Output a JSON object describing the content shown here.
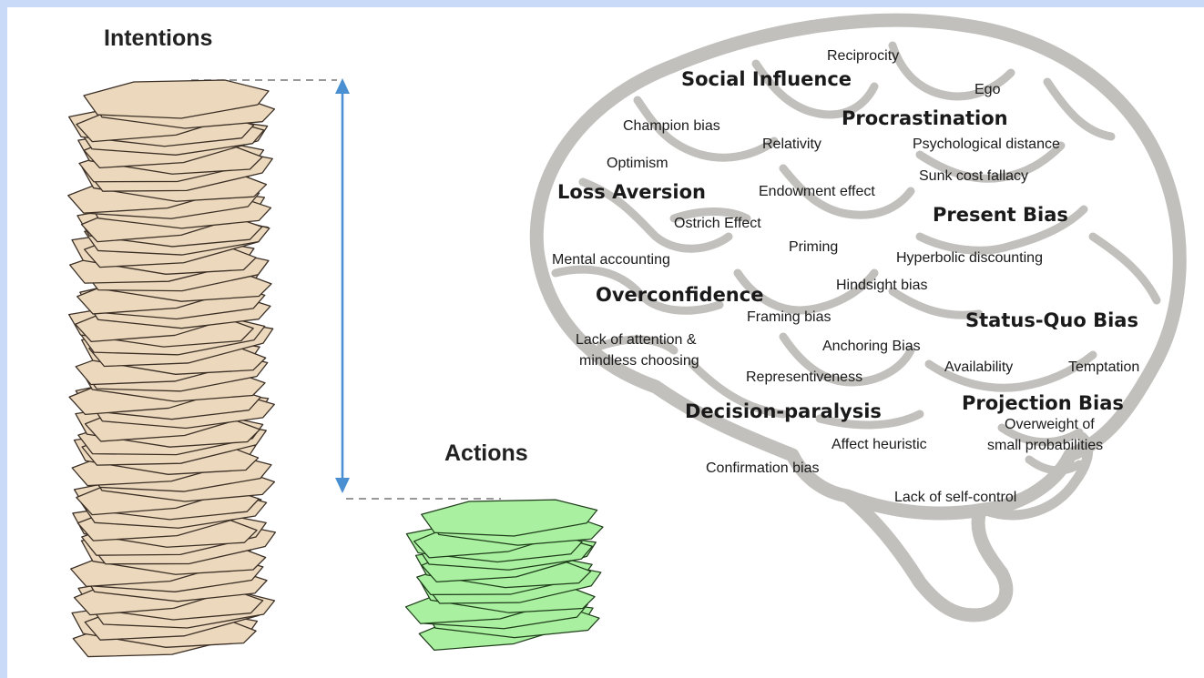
{
  "headings": {
    "intentions": "Intentions",
    "actions": "Actions"
  },
  "colors": {
    "page_border": "#c9daf8",
    "intention_paper": "#ecd9bd",
    "action_paper": "#a9f0a0",
    "arrow": "#4a8fd1",
    "brain_outline": "#c2c0bc"
  },
  "biases": [
    {
      "text": "Reciprocity",
      "weight": "minor"
    },
    {
      "text": "Social Influence",
      "weight": "major"
    },
    {
      "text": "Ego",
      "weight": "minor"
    },
    {
      "text": "Procrastination",
      "weight": "major"
    },
    {
      "text": "Champion bias",
      "weight": "minor"
    },
    {
      "text": "Relativity",
      "weight": "minor"
    },
    {
      "text": "Psychological distance",
      "weight": "minor"
    },
    {
      "text": "Optimism",
      "weight": "minor"
    },
    {
      "text": "Sunk cost fallacy",
      "weight": "minor"
    },
    {
      "text": "Loss Aversion",
      "weight": "major"
    },
    {
      "text": "Endowment effect",
      "weight": "minor"
    },
    {
      "text": "Present Bias",
      "weight": "major"
    },
    {
      "text": "Ostrich Effect",
      "weight": "minor"
    },
    {
      "text": "Priming",
      "weight": "minor"
    },
    {
      "text": "Mental accounting",
      "weight": "minor"
    },
    {
      "text": "Hyperbolic discounting",
      "weight": "minor"
    },
    {
      "text": "Hindsight bias",
      "weight": "minor"
    },
    {
      "text": "Overconfidence",
      "weight": "major"
    },
    {
      "text": "Framing bias",
      "weight": "minor"
    },
    {
      "text": "Status-Quo Bias",
      "weight": "major"
    },
    {
      "text": "Lack of attention &",
      "weight": "minor"
    },
    {
      "text": "Anchoring Bias",
      "weight": "minor"
    },
    {
      "text": "mindless choosing",
      "weight": "minor"
    },
    {
      "text": "Availability",
      "weight": "minor"
    },
    {
      "text": "Temptation",
      "weight": "minor"
    },
    {
      "text": "Representiveness",
      "weight": "minor"
    },
    {
      "text": "Projection Bias",
      "weight": "major"
    },
    {
      "text": "Decision-paralysis",
      "weight": "major"
    },
    {
      "text": "Overweight of",
      "weight": "minor"
    },
    {
      "text": "Affect heuristic",
      "weight": "minor"
    },
    {
      "text": "small probabilities",
      "weight": "minor"
    },
    {
      "text": "Confirmation bias",
      "weight": "minor"
    },
    {
      "text": "Lack of self-control",
      "weight": "minor"
    }
  ]
}
